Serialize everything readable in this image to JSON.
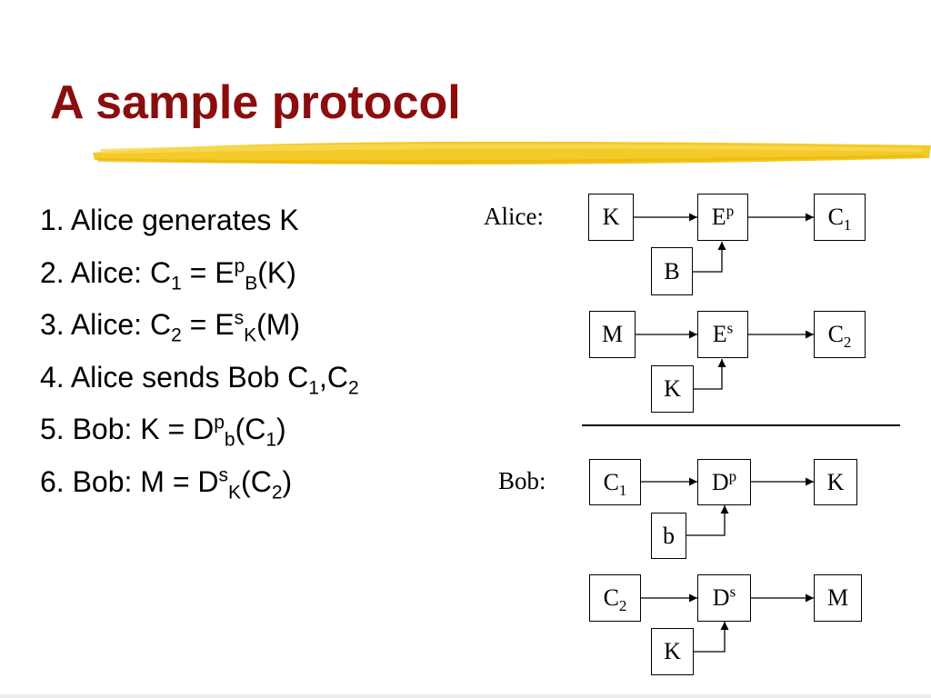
{
  "slide": {
    "title": "A sample protocol"
  },
  "steps": [
    {
      "id": "s1",
      "parts": [
        [
          "t",
          "1. Alice generates K"
        ]
      ]
    },
    {
      "id": "s2",
      "parts": [
        [
          "t",
          "2. Alice: C"
        ],
        [
          "sub",
          "1"
        ],
        [
          "t",
          " = E"
        ],
        [
          "sup",
          "p"
        ],
        [
          "sub",
          "B"
        ],
        [
          "t",
          "(K)"
        ]
      ]
    },
    {
      "id": "s3",
      "parts": [
        [
          "t",
          "3. Alice: C"
        ],
        [
          "sub",
          "2"
        ],
        [
          "t",
          " = E"
        ],
        [
          "sup",
          "s"
        ],
        [
          "sub",
          "K"
        ],
        [
          "t",
          "(M)"
        ]
      ]
    },
    {
      "id": "s4",
      "parts": [
        [
          "t",
          "4. Alice sends Bob C"
        ],
        [
          "sub",
          "1"
        ],
        [
          "t",
          ",C"
        ],
        [
          "sub",
          "2"
        ]
      ]
    },
    {
      "id": "s5",
      "parts": [
        [
          "t",
          "5. Bob: K = D"
        ],
        [
          "sup",
          "p"
        ],
        [
          "sub",
          "b"
        ],
        [
          "t",
          "(C"
        ],
        [
          "sub",
          "1"
        ],
        [
          "t",
          ")"
        ]
      ]
    },
    {
      "id": "s6",
      "parts": [
        [
          "t",
          "6. Bob: M = D"
        ],
        [
          "sup",
          "s"
        ],
        [
          "sub",
          "K"
        ],
        [
          "t",
          "(C"
        ],
        [
          "sub",
          "2"
        ],
        [
          "t",
          ")"
        ]
      ]
    }
  ],
  "diagram": {
    "alice_label": "Alice:",
    "bob_label": "Bob:",
    "boxes": {
      "a1_in": {
        "base": "K"
      },
      "a1_op": {
        "base": "E",
        "sup": "p"
      },
      "a1_out": {
        "base": "C",
        "sub": "1"
      },
      "a1_key": {
        "base": "B"
      },
      "a2_in": {
        "base": "M"
      },
      "a2_op": {
        "base": "E",
        "sup": "s"
      },
      "a2_out": {
        "base": "C",
        "sub": "2"
      },
      "a2_key": {
        "base": "K"
      },
      "b1_in": {
        "base": "C",
        "sub": "1"
      },
      "b1_op": {
        "base": "D",
        "sup": "p"
      },
      "b1_out": {
        "base": "K"
      },
      "b1_key": {
        "base": "b"
      },
      "b2_in": {
        "base": "C",
        "sub": "2"
      },
      "b2_op": {
        "base": "D",
        "sup": "s"
      },
      "b2_out": {
        "base": "M"
      },
      "b2_key": {
        "base": "K"
      }
    }
  },
  "colors": {
    "title": "#8b0d0d",
    "underline": "#f2c40f",
    "text": "#000000",
    "background": "#ffffff"
  }
}
